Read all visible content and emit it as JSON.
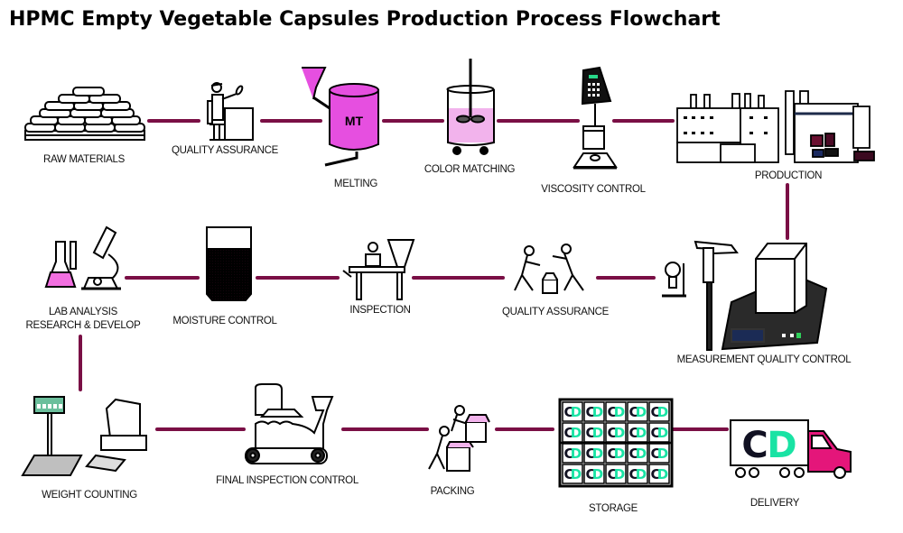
{
  "title": "HPMC Empty Vegetable Capsules Production Process Flowchart",
  "colors": {
    "connector": "#7a0f45",
    "magenta": "#e64fe0",
    "pink_light": "#f2b3ec",
    "truck_pink": "#e4167a",
    "brand_green": "#19e3a4",
    "brand_dark": "#111122"
  },
  "steps": [
    {
      "id": "raw-materials",
      "label": "RAW MATERIALS",
      "icon": "sack-pile-icon"
    },
    {
      "id": "quality-assurance-1",
      "label": "QUALITY ASSURANCE",
      "icon": "inspector-desk-icon"
    },
    {
      "id": "melting",
      "label": "MELTING",
      "icon": "melting-tank-icon",
      "tank_text": "MT"
    },
    {
      "id": "color-matching",
      "label": "COLOR MATCHING",
      "icon": "mixing-tank-icon"
    },
    {
      "id": "viscosity-control",
      "label": "VISCOSITY CONTROL",
      "icon": "viscometer-icon"
    },
    {
      "id": "production",
      "label": "PRODUCTION",
      "icon": "production-machine-icon"
    },
    {
      "id": "measurement-quality-control",
      "label": "MEASUREMENT QUALITY CONTROL",
      "icon": "caliper-scale-icon"
    },
    {
      "id": "quality-assurance-2",
      "label": "QUALITY ASSURANCE",
      "icon": "workers-box-icon"
    },
    {
      "id": "inspection",
      "label": "INSPECTION",
      "icon": "inspection-table-icon"
    },
    {
      "id": "moisture-control",
      "label": "MOISTURE CONTROL",
      "icon": "moisture-container-icon"
    },
    {
      "id": "lab-analysis",
      "label_lines": [
        "LAB ANALYSIS",
        "RESEARCH & DEVELOP"
      ],
      "icon": "flask-microscope-icon"
    },
    {
      "id": "weight-counting",
      "label": "WEIGHT COUNTING",
      "icon": "scale-computer-icon"
    },
    {
      "id": "final-inspection-control",
      "label": "FINAL INSPECTION CONTROL",
      "icon": "conveyor-icon"
    },
    {
      "id": "packing",
      "label": "PACKING",
      "icon": "packing-workers-icon"
    },
    {
      "id": "storage",
      "label": "STORAGE",
      "icon": "storage-rack-icon",
      "brand_text": "CD"
    },
    {
      "id": "delivery",
      "label": "DELIVERY",
      "icon": "delivery-truck-icon",
      "brand_text": "CD"
    }
  ]
}
